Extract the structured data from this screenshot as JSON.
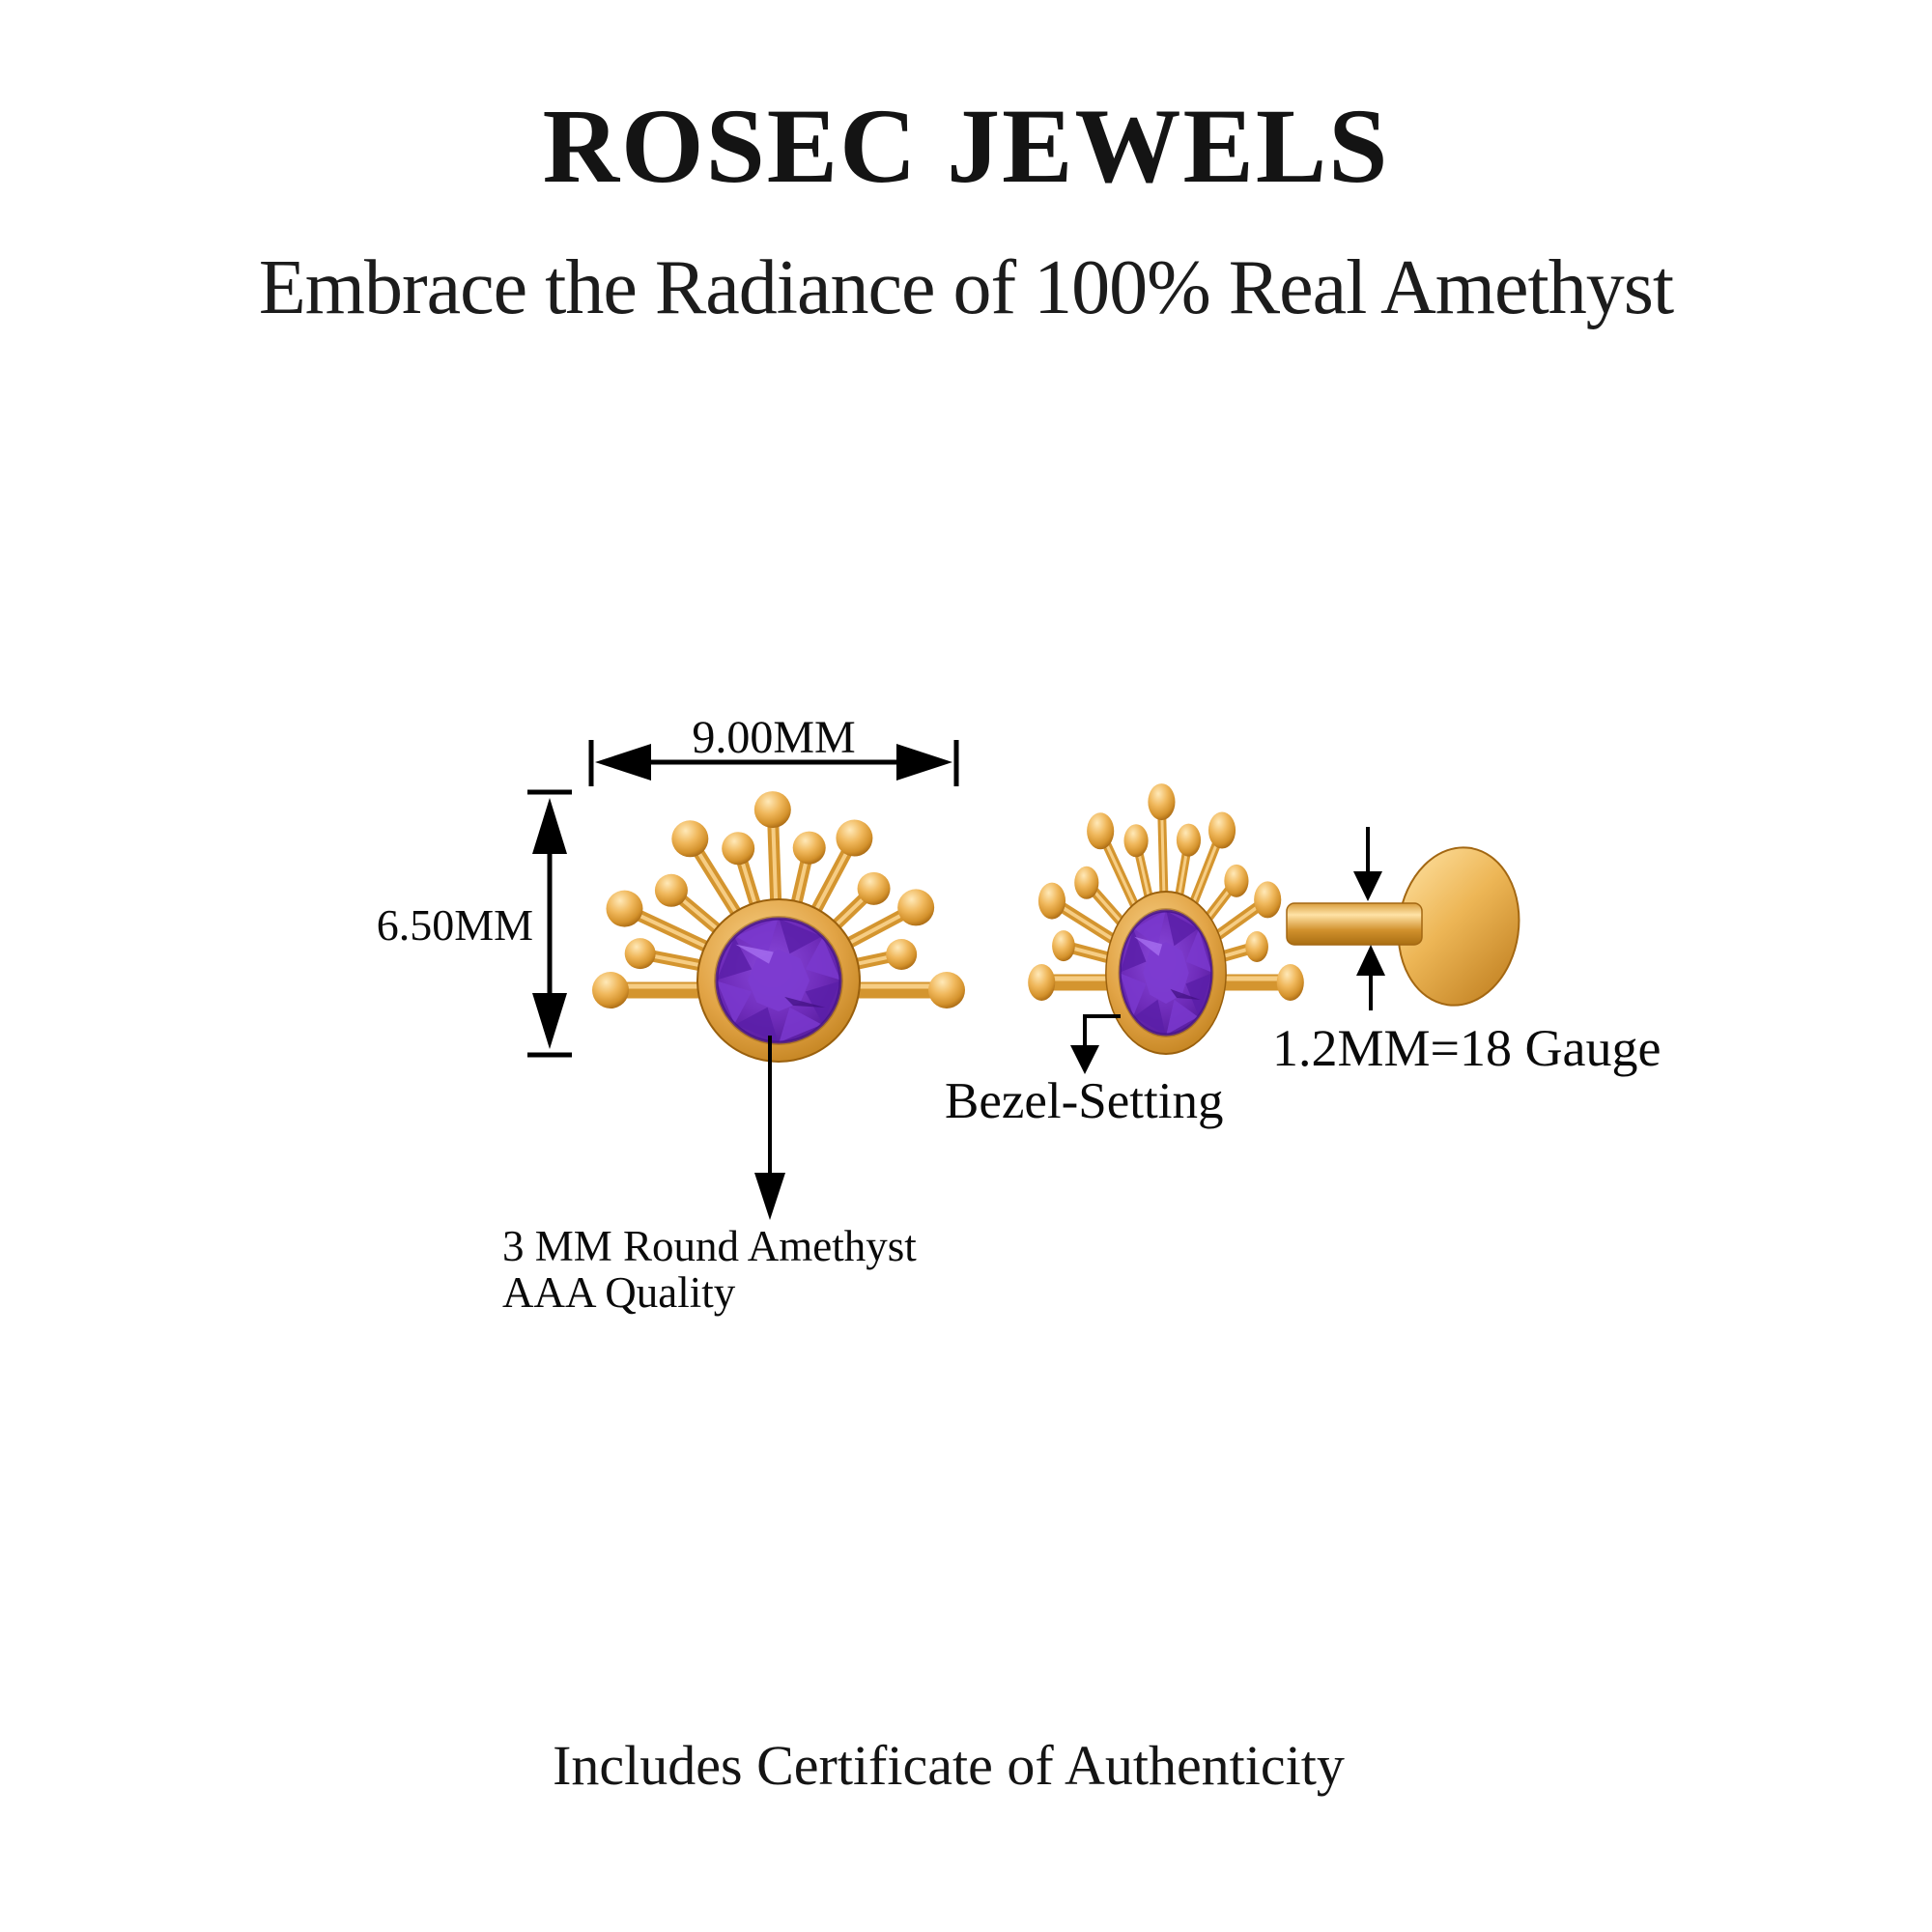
{
  "header": {
    "brand": "ROSEC JEWELS",
    "tagline": "Embrace the Radiance of 100% Real Amethyst"
  },
  "product": {
    "item": "Amethyst sunburst labret stud earring, front view and side view",
    "metal_color": "yellow gold",
    "stone": "Amethyst"
  },
  "annotations": {
    "width_dimension": "9.00MM",
    "height_dimension": "6.50MM",
    "post_gauge": "1.2MM=18 Gauge",
    "setting_type": "Bezel-Setting",
    "gem_line1": "3 MM Round Amethyst",
    "gem_line2": "AAA Quality"
  },
  "footer": {
    "note": "Includes Certificate of Authenticity"
  },
  "colors": {
    "background": "#FFFFFF",
    "text": "#161616",
    "dimension_lines": "#000000",
    "gold_base": "#E2A23B",
    "gold_light": "#F9D58F",
    "gold_dark": "#B5741B",
    "amethyst_base": "#6F2CBA",
    "amethyst_dark": "#4C1590",
    "amethyst_light": "#9659E8"
  }
}
